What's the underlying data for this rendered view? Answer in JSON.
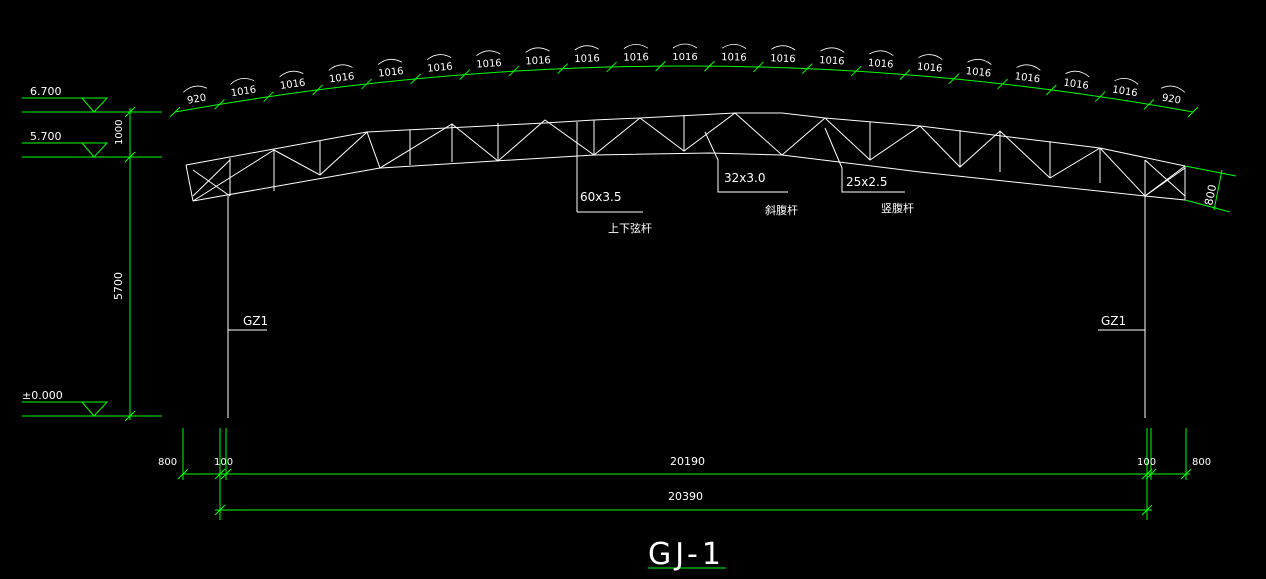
{
  "drawing": {
    "title": "GJ-1",
    "colors": {
      "background": "#000000",
      "structure": "#ffffff",
      "dimension": "#00ff00"
    },
    "levels": [
      {
        "label": "6.700"
      },
      {
        "label": "5.700"
      },
      {
        "label": "±0.000"
      }
    ],
    "vertical_dims": {
      "truss_height": "1000",
      "column_height": "5700",
      "truss_depth": "800"
    },
    "arc_segments": [
      "920",
      "1016",
      "1016",
      "1016",
      "1016",
      "1016",
      "1016",
      "1016",
      "1016",
      "1016",
      "1016",
      "1016",
      "1016",
      "1016",
      "1016",
      "1016",
      "1016",
      "1016",
      "1016",
      "1016",
      "920"
    ],
    "member_labels": {
      "chord": {
        "size": "60x3.5",
        "name": "上下弦杆"
      },
      "diagonal": {
        "size": "32x3.0",
        "name": "斜腹杆"
      },
      "vertical": {
        "size": "25x2.5",
        "name": "竖腹杆"
      }
    },
    "column_label": "GZ1",
    "horizontal_dims": {
      "left_outer": "800",
      "left_inner": "100",
      "span": "20190",
      "right_inner": "100",
      "right_outer": "800",
      "total": "20390"
    }
  }
}
